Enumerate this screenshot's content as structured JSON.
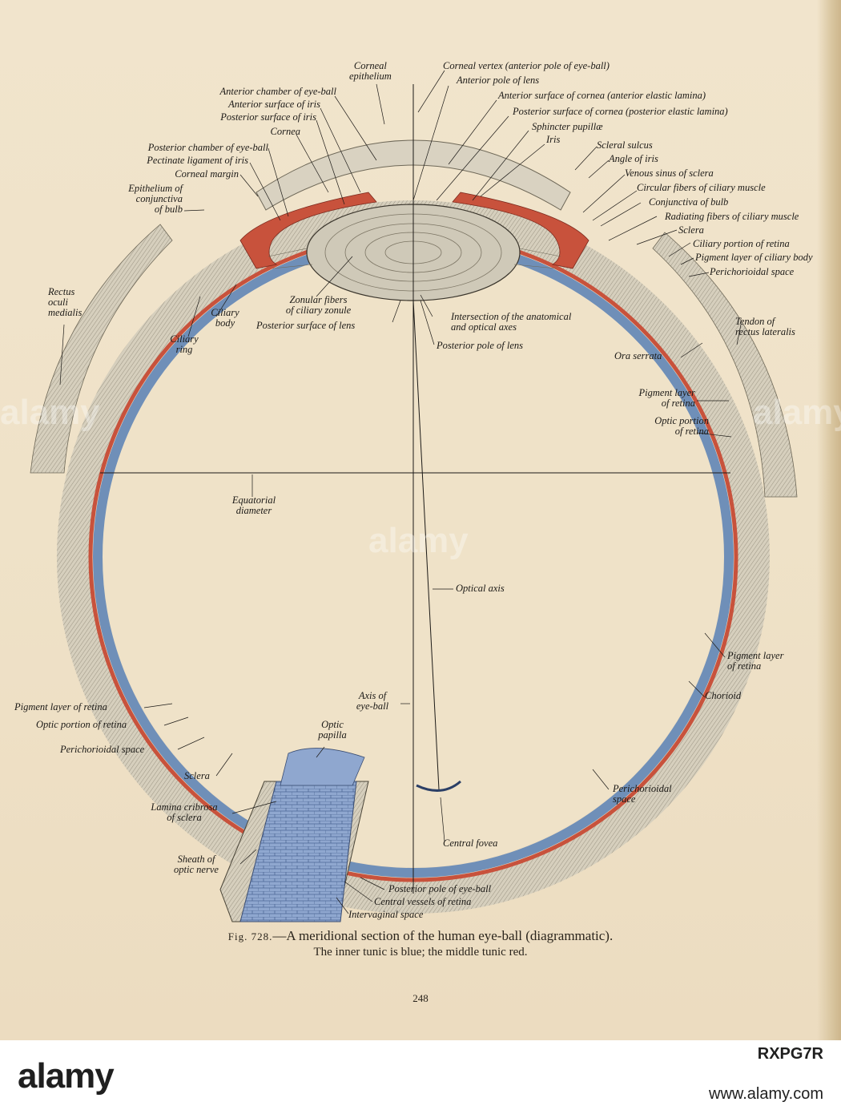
{
  "labels": {
    "corneal_epithelium": "Corneal\nepithelium",
    "corneal_vertex": "Corneal vertex (anterior pole of eye-ball)",
    "anterior_chamber": "Anterior chamber of eye-ball",
    "anterior_pole_lens": "Anterior pole of lens",
    "anterior_surface_iris": "Anterior surface of iris",
    "anterior_surface_cornea": "Anterior surface of cornea (anterior elastic lamina)",
    "posterior_surface_iris": "Posterior surface of iris",
    "posterior_surface_cornea": "Posterior surface of cornea (posterior elastic lamina)",
    "cornea": "Cornea",
    "sphincter_pupillae": "Sphincter pupillæ",
    "iris": "Iris",
    "posterior_chamber": "Posterior chamber of eye-ball",
    "scleral_sulcus": "Scleral sulcus",
    "pectinate_ligament": "Pectinate ligament of iris",
    "angle_of_iris": "Angle of iris",
    "corneal_margin": "Corneal margin",
    "venous_sinus": "Venous sinus of sclera",
    "epithelium_conjunctiva": "Epithelium of\nconjunctiva\nof bulb",
    "circular_fibers": "Circular fibers of ciliary muscle",
    "conjunctiva_bulb": "Conjunctiva of bulb",
    "radiating_fibers": "Radiating fibers of ciliary muscle",
    "sclera_top": "Sclera",
    "ciliary_portion_retina": "Ciliary portion of retina",
    "pigment_layer_ciliary_body": "Pigment layer of ciliary body",
    "perichorioidal_space_top": "Perichorioidal space",
    "rectus_oculi_medialis": "Rectus\noculi\nmedialis",
    "zonular_fibers": "Zonular fibers\nof ciliary zonule",
    "posterior_surface_lens": "Posterior surface of lens",
    "ciliary_body": "Ciliary\nbody",
    "ciliary_ring": "Ciliary\nring",
    "intersection_axes": "Intersection of the anatomical\nand optical axes",
    "posterior_pole_lens": "Posterior pole of lens",
    "tendon_rectus_lateralis": "Tendon of\nrectus lateralis",
    "ora_serrata": "Ora serrata",
    "pigment_layer_retina_r1": "Pigment layer\nof retina",
    "optic_portion_retina_r": "Optic portion\nof retina",
    "equatorial_diameter": "Equatorial\ndiameter",
    "optical_axis": "Optical axis",
    "pigment_layer_retina_r2": "Pigment layer\nof retina",
    "chorioid": "Chorioid",
    "axis_eyeball": "Axis of\neye-ball",
    "pigment_layer_retina_l": "Pigment layer of retina",
    "optic_portion_retina_l": "Optic portion of retina",
    "optic_papilla": "Optic\npapilla",
    "perichorioidal_space_l": "Perichorioidal space",
    "sclera_bottom": "Sclera",
    "perichorioidal_space_r": "Perichorioidal\nspace",
    "lamina_cribrosa": "Lamina cribrosa\nof sclera",
    "central_fovea": "Central fovea",
    "sheath_optic_nerve": "Sheath of\noptic nerve",
    "posterior_pole_eyeball": "Posterior pole of eye-ball",
    "central_vessels": "Central vessels of retina",
    "intervaginal_space": "Intervaginal space"
  },
  "caption": {
    "fig_tag": "Fig. 728.",
    "title": "—A meridional section of the human eye-ball (diagrammatic).",
    "subtitle": "The inner tunic is blue; the middle tunic red."
  },
  "page_number": "248",
  "watermark": {
    "text": "alamy",
    "stock_code": "RXPG7R",
    "url": "www.alamy.com"
  },
  "colors": {
    "paper": "#efe2c8",
    "sclera": "#cfc7b4",
    "chorioid_red": "#c8523c",
    "retina_blue": "#6f8fb8",
    "ink": "#1c1a17"
  }
}
